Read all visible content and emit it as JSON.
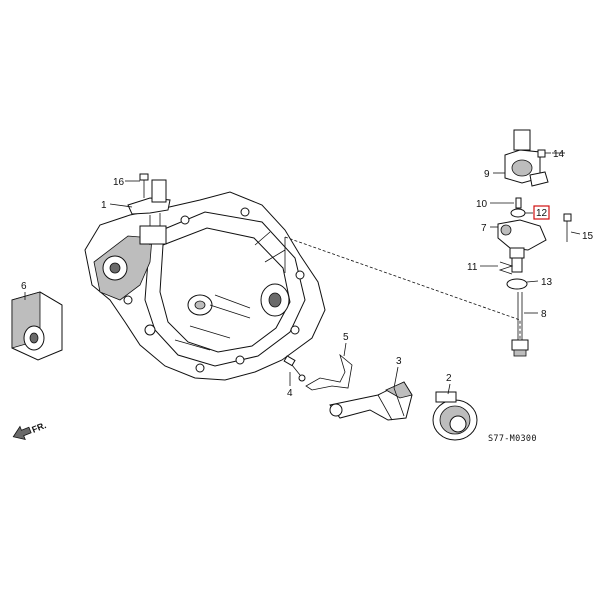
{
  "diagram": {
    "code": "S77-M0300",
    "direction_label": "FR.",
    "part_numbers": [
      "1",
      "2",
      "3",
      "4",
      "5",
      "6",
      "7",
      "8",
      "9",
      "10",
      "11",
      "12",
      "13",
      "14",
      "15",
      "16"
    ],
    "highlighted_part": "12"
  }
}
